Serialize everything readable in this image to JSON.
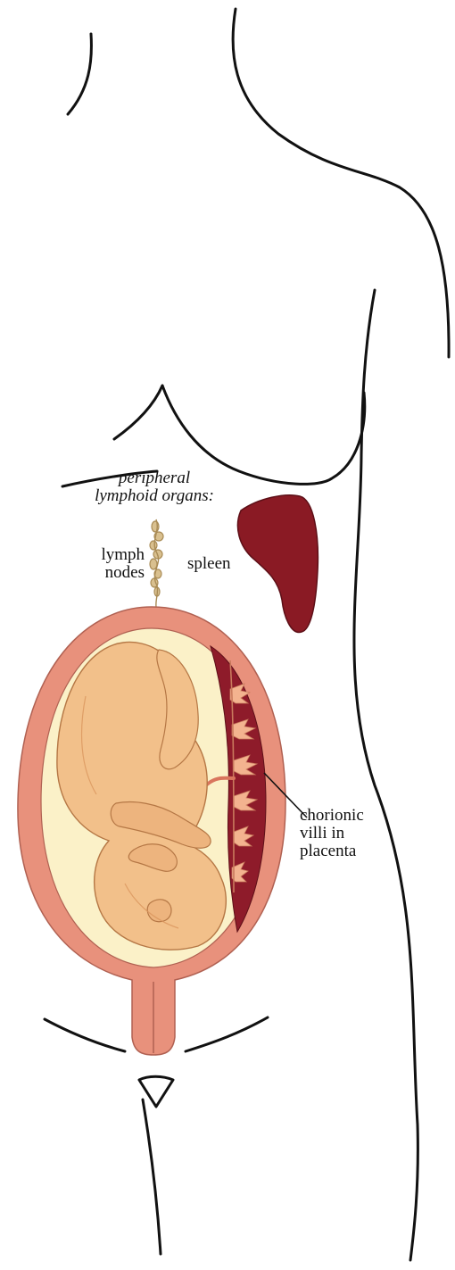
{
  "labels": {
    "heading_line1": "peripheral",
    "heading_line2": "lymphoid organs:",
    "lymph_line1": "lymph",
    "lymph_line2": "nodes",
    "spleen": "spleen",
    "villi_line1": "chorionic",
    "villi_line2": "villi in",
    "villi_line3": "placenta"
  },
  "colors": {
    "outline": "#111111",
    "uterus_wall": "#e8917c",
    "uterus_inner": "#f0a48e",
    "amniotic": "#fbf1c8",
    "fetus": "#f2c08a",
    "fetus_shade": "#d9955c",
    "placenta": "#8e1b2a",
    "villi": "#f3b38f",
    "spleen": "#8a1a24",
    "lymph": "#d9c08f"
  },
  "icons": {
    "lymph_nodes": "lymph-node-chain-icon",
    "spleen": "spleen-organ-icon",
    "fetus": "fetus-icon"
  }
}
